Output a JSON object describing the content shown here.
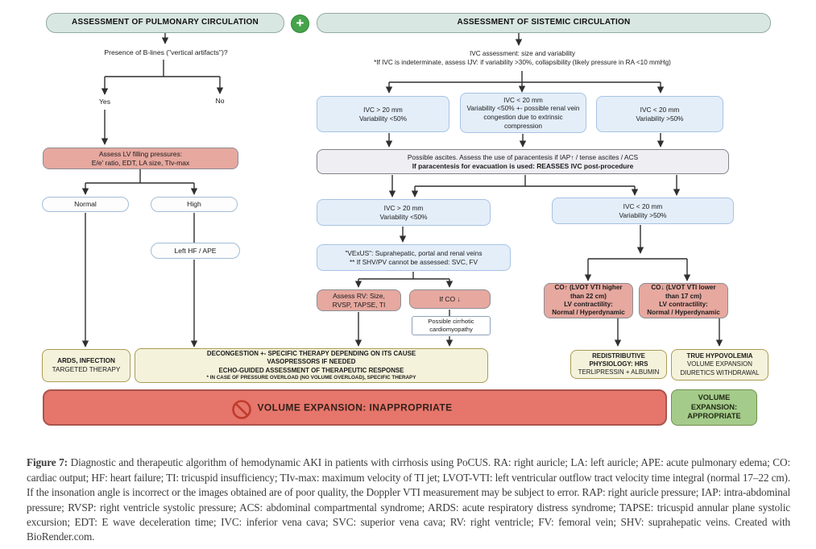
{
  "figure": {
    "pulmonary": {
      "header": "ASSESSMENT OF PULMONARY CIRCULATION",
      "question": "Presence of B-lines (\"vertical artifacts\")?",
      "yes": "Yes",
      "no": "No",
      "assess_lv": {
        "l1": "Assess LV filling pressures:",
        "l2": "E/e' ratio, EDT, LA size, TIv-max"
      },
      "normal": "Normal",
      "high": "High",
      "left_hf": "Left HF / APE",
      "ards": {
        "l1": "ARDS, INFECTION",
        "l2": "TARGETED THERAPY"
      }
    },
    "systemic": {
      "header": "ASSESSMENT OF SISTEMIC CIRCULATION",
      "ivc_note": {
        "l1": "IVC assessment: size and variability",
        "l2": "*If IVC is indeterminate, assess IJV: if variability >30%, collapsibility (likely pressure in RA <10 mmHg)"
      },
      "ivc_dilated": {
        "l1": "IVC > 20 mm",
        "l2": "Variability <50%"
      },
      "ivc_indeterminate": {
        "l1": "IVC < 20 mm",
        "l2": "Variability <50% +- possible renal vein congestion due to extrinsic compression"
      },
      "ivc_collapsible": {
        "l1": "IVC < 20 mm",
        "l2": "Variability >50%"
      },
      "ascites": {
        "l1": "Possible ascites. Assess the use of paracentesis if IAP↑ / tense ascites / ACS",
        "l2": "If paracentesis for evacuation is used: REASSES IVC post-procedure"
      },
      "ivc_dilated2": {
        "l1": "IVC > 20 mm",
        "l2": "Variability <50%"
      },
      "ivc_collapsible2": {
        "l1": "IVC < 20 mm",
        "l2": "Variability >50%"
      },
      "vexus": {
        "l1": "\"VExUS\": Suprahepatic, portal and renal veins",
        "l2": "** If SHV/PV cannot be assessed: SVC, FV"
      },
      "assess_rv": {
        "l1": "Assess RV: Size,",
        "l2": "RVSP, TAPSE, TI"
      },
      "if_co_low": "If CO ↓",
      "cirrhotic": {
        "l1": "Possible cirrhotic",
        "l2": "cardiomyopathy"
      },
      "co_high": {
        "l1": "CO↑ (LVOT VTI higher",
        "l2": "than 22 cm)",
        "l3": "LV contractility:",
        "l4": "Normal / Hyperdynamic"
      },
      "co_low": {
        "l1": "CO↓ (LVOT VTI lower",
        "l2": "than 17 cm)",
        "l3": "LV contractility:",
        "l4": "Normal / Hyperdynamic"
      },
      "redistributive": {
        "l1": "REDISTRIBUTIVE",
        "l2": "PHYSIOLOGY: HRS",
        "l3": "TERLIPRESSIN + ALBUMIN"
      },
      "hypovolemia": {
        "l1": "TRUE HYPOVOLEMIA",
        "l2": "VOLUME EXPANSION",
        "l3": "DIURETICS WITHDRAWAL"
      }
    },
    "therapy": {
      "decongestion": {
        "l1": "DECONGESTION +- SPECIFIC THERAPY DEPENDING ON ITS CAUSE",
        "l2": "VASOPRESSORS IF NEEDED",
        "l3": "ECHO-GUIDED ASSESSMENT OF THERAPEUTIC RESPONSE",
        "l4": "* IN CASE OF PRESSURE OVERLOAD (NO VOLUME OVERLOAD), SPECIFIC THERAPY"
      }
    },
    "outcomes": {
      "inappropriate": "VOLUME EXPANSION:  INAPPROPRIATE",
      "appropriate": {
        "l1": "VOLUME",
        "l2": "EXPANSION:",
        "l3": "APPROPRIATE"
      }
    },
    "icons": {
      "plus_glyph": "+"
    }
  },
  "caption": {
    "label": "Figure 7:",
    "text": " Diagnostic and therapeutic algorithm of hemodynamic AKI in patients with cirrhosis using PoCUS. RA: right auricle; LA: left auricle; APE: acute pulmonary edema; CO: cardiac output; HF: heart failure; TI: tricuspid insufficiency; TIv-max: maximum velocity of TI jet; LVOT-VTI: left ventricular outflow tract velocity time integral (normal 17–22 cm). If the insonation angle is incorrect or the images obtained are of poor quality, the Doppler VTI measurement may be subject to error. RAP: right auricle pressure; IAP: intra-abdominal pressure; RVSP: right ventricle systolic pressure; ACS: abdominal compartmental syndrome; ARDS: acute respiratory distress syndrome; TAPSE: tricuspid annular plane systolic excursion; EDT: E wave deceleration time; IVC: inferior vena cava; SVC: superior vena cava; RV: right ventricle; FV: femoral vein; SHV: suprahepatic veins. Created with BioRender.com."
  },
  "colors": {
    "header_fill": "#d9e7e2",
    "blue_fill": "#e4eef9",
    "pink_fill": "#e6a89f",
    "cream_fill": "#f5f2db",
    "red_bar_fill": "#e6766b",
    "green_box_fill": "#a5cb8b",
    "plus_icon_green": "#47a34b",
    "no_entry_red": "#c03a2e"
  }
}
